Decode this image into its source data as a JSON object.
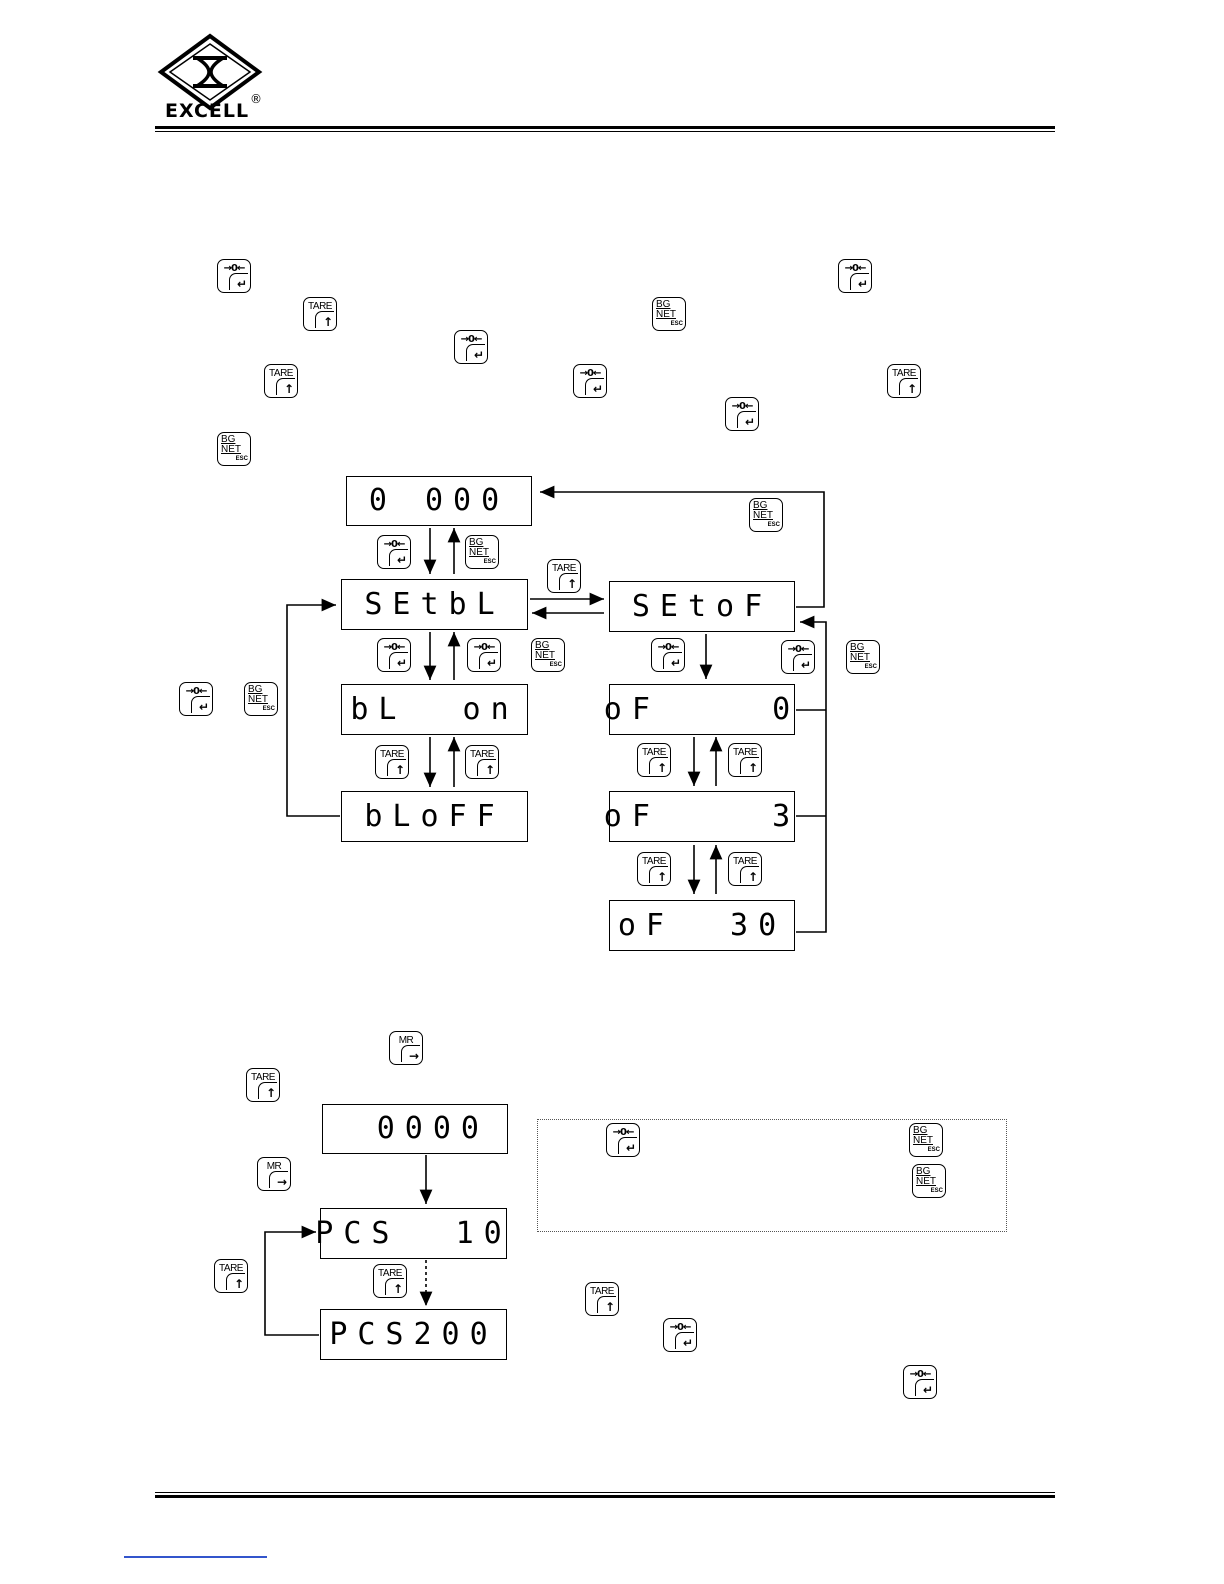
{
  "header": {
    "brand": "EXCELL",
    "registered_mark": "®"
  },
  "keys": {
    "zero_label": "→0←",
    "enter_glyph": "↵",
    "tare_label": "TARE",
    "up_glyph": "↑",
    "bg_top": "BG",
    "net_label": "NET",
    "esc_label": "ESC",
    "mr_label": "MR",
    "right_glyph": "→"
  },
  "displays": {
    "zero_reading": "0 000",
    "setbl": "SEtbL",
    "bl_on": "bL  on",
    "bloff": "bLoFF",
    "setof": "SEtoF",
    "of_0": "oF    0",
    "of_3": "oF    3",
    "of_30": "oF  30",
    "zero_reading_2": "0000",
    "pcs_10": "PCS  10",
    "pcs_200": "PCS200"
  }
}
